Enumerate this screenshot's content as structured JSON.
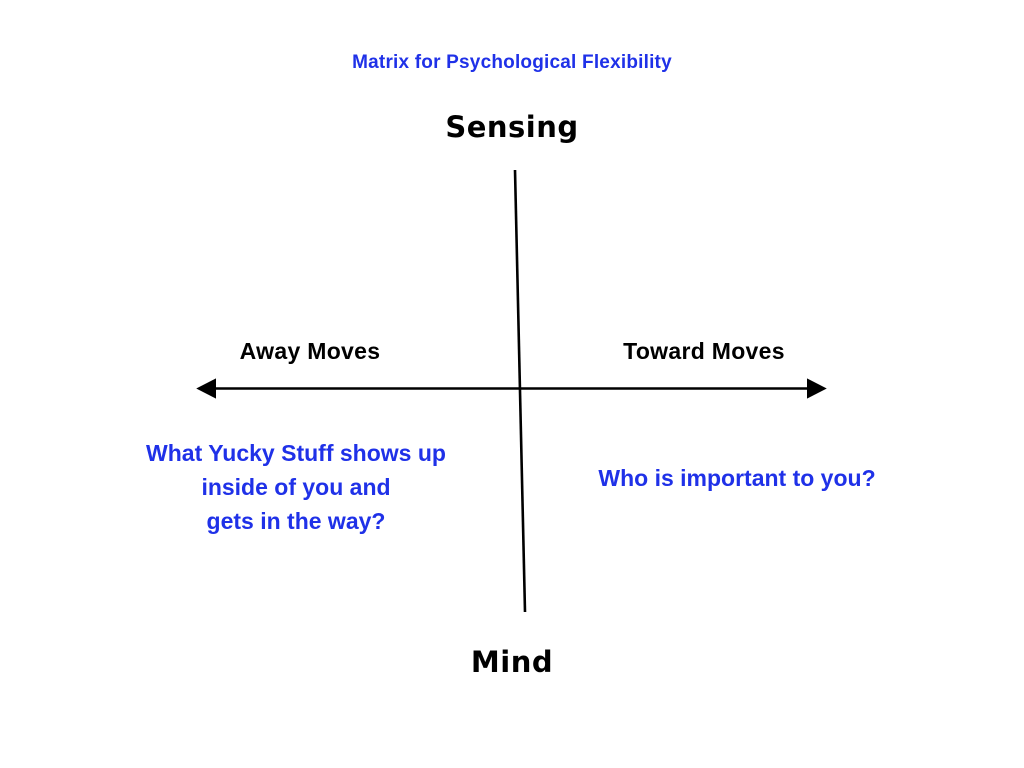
{
  "title": "Matrix for Psychological Flexibility",
  "colors": {
    "blue": "#1f31e8",
    "black": "#000000",
    "background": "#ffffff"
  },
  "axes": {
    "vertical": {
      "top_label": "Sensing",
      "bottom_label": "Mind"
    },
    "horizontal": {
      "left_label": "Away Moves",
      "right_label": "Toward Moves"
    }
  },
  "quadrant_prompts": {
    "lower_left": {
      "lines": [
        "What Yucky Stuff shows up",
        "inside of you and",
        "gets in the way?"
      ]
    },
    "lower_right": {
      "lines": [
        "Who is important to you?"
      ]
    }
  },
  "chart_data": {
    "type": "diagram",
    "subtype": "two-by-two-matrix",
    "title": "Matrix for Psychological Flexibility",
    "y_axis": {
      "positive_pole": "Sensing",
      "negative_pole": "Mind",
      "arrowheads": false,
      "orientation": "vertical"
    },
    "x_axis": {
      "negative_pole": "Away Moves",
      "positive_pole": "Toward Moves",
      "arrowheads": "both",
      "orientation": "horizontal"
    },
    "annotations": [
      {
        "quadrant": "lower-left",
        "text": "What Yucky Stuff shows up inside of you and gets in the way?",
        "color": "#1f31e8"
      },
      {
        "quadrant": "lower-right",
        "text": "Who is important to you?",
        "color": "#1f31e8"
      }
    ],
    "grid": false,
    "legend": null
  }
}
